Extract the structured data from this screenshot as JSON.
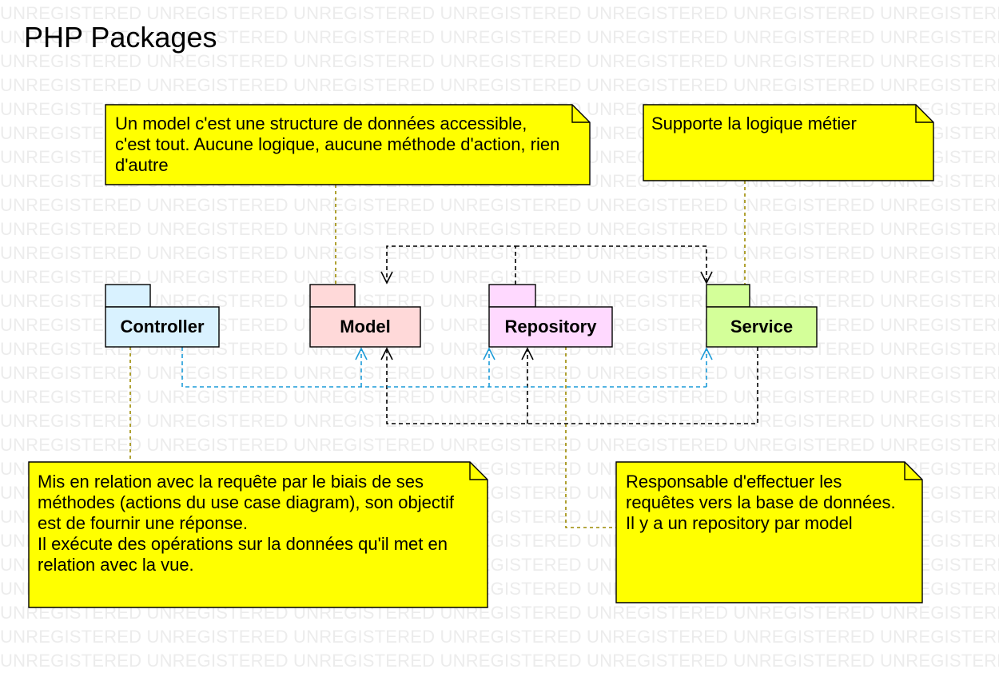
{
  "title": "PHP Packages",
  "watermark": "UNREGISTERED",
  "colors": {
    "note_fill": "#ffff00",
    "controller_fill": "#d9f2ff",
    "model_fill": "#ffd9d9",
    "repository_fill": "#ffd9ff",
    "service_fill": "#d4ff99",
    "dependency_blue": "#1c9bd8",
    "dependency_black": "#000000",
    "note_link": "#9c8a00"
  },
  "packages": {
    "controller": "Controller",
    "model": "Model",
    "repository": "Repository",
    "service": "Service"
  },
  "notes": {
    "model": "Un model c'est une structure de données accessible, c'est tout. Aucune logique, aucune méthode d'action, rien d'autre",
    "service": "Supporte la logique métier",
    "controller_line1": "Mis en relation avec la requête par le biais de ses méthodes (actions du use case diagram), son objectif est de fournir une réponse.",
    "controller_line2": "Il exécute des opérations sur la données qu'il met en relation avec la vue.",
    "repository": "Responsable d'effectuer les requêtes vers la base de données. Il y a un repository par model"
  }
}
